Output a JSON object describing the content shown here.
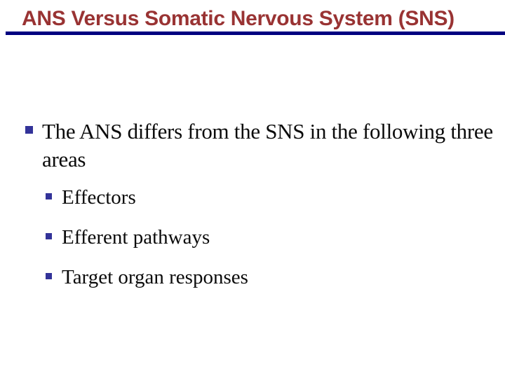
{
  "slide": {
    "title": "ANS Versus Somatic Nervous System (SNS)",
    "main_bullet": "The ANS differs from the SNS in the following three areas",
    "sub_bullets": [
      "Effectors",
      "Efferent pathways",
      "Target organ responses"
    ]
  },
  "colors": {
    "title-red": "#993333",
    "rule-navy": "#000080",
    "bullet-blue": "#333399",
    "body-text": "#0b0b0b",
    "background": "#ffffff"
  }
}
